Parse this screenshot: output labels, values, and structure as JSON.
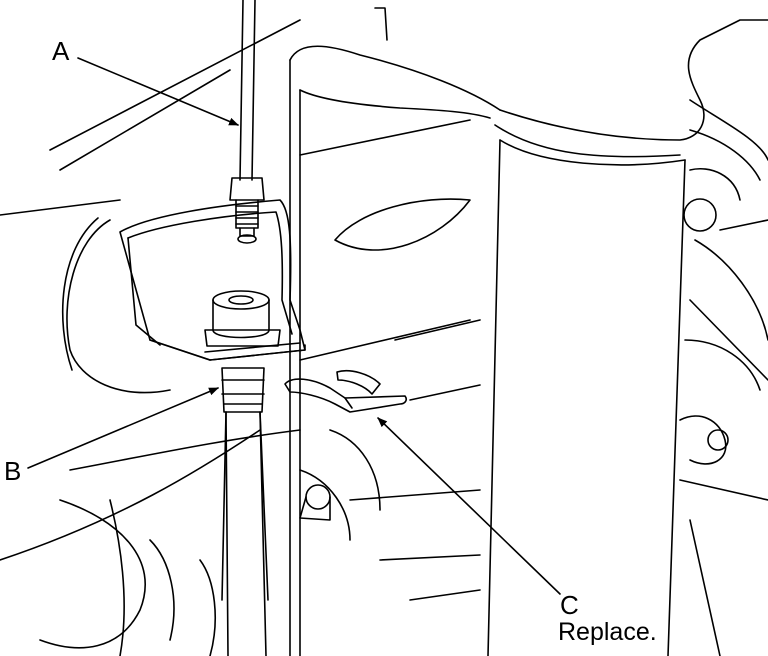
{
  "callouts": {
    "a": "A",
    "b": "B",
    "c": "C",
    "c_note": "Replace."
  },
  "colors": {
    "ink": "#000000",
    "paper": "#ffffff"
  }
}
